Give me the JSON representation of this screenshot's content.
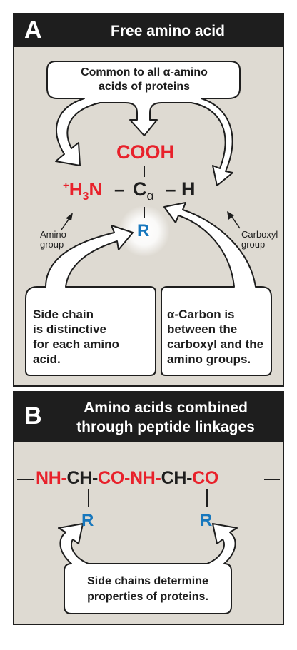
{
  "panel_a": {
    "letter": "A",
    "title": "Free amino acid",
    "common_note": [
      "Common to all α-amino",
      "acids of proteins"
    ],
    "cooh": "COOH",
    "h3n_sup": "+",
    "h3n_h": "H",
    "h3n_sub": "3",
    "h3n_n": "N",
    "dash": "–",
    "c_alpha": "C",
    "alpha": "α",
    "h": "H",
    "r": "R",
    "amino_group": [
      "Amino",
      "group"
    ],
    "carboxyl_group": [
      "Carboxyl",
      "group"
    ],
    "side_chain_note": [
      "Side chain",
      "is distinctive",
      "for each amino",
      "acid."
    ],
    "alpha_carbon_note": [
      "α-Carbon is",
      "between the",
      "carboxyl and the",
      "amino groups."
    ]
  },
  "panel_b": {
    "letter": "B",
    "title": [
      "Amino acids combined",
      "through peptide linkages"
    ],
    "chain": [
      "NH-",
      "CH-",
      "CO-NH-",
      "CH-",
      "CO"
    ],
    "r1": "R",
    "r2": "R",
    "note": [
      "Side chains determine",
      "properties of proteins."
    ]
  },
  "colors": {
    "red": "#e8212b",
    "blue": "#1777bd",
    "dark": "#1e1e1e",
    "panel_bg": "#dedad2"
  }
}
